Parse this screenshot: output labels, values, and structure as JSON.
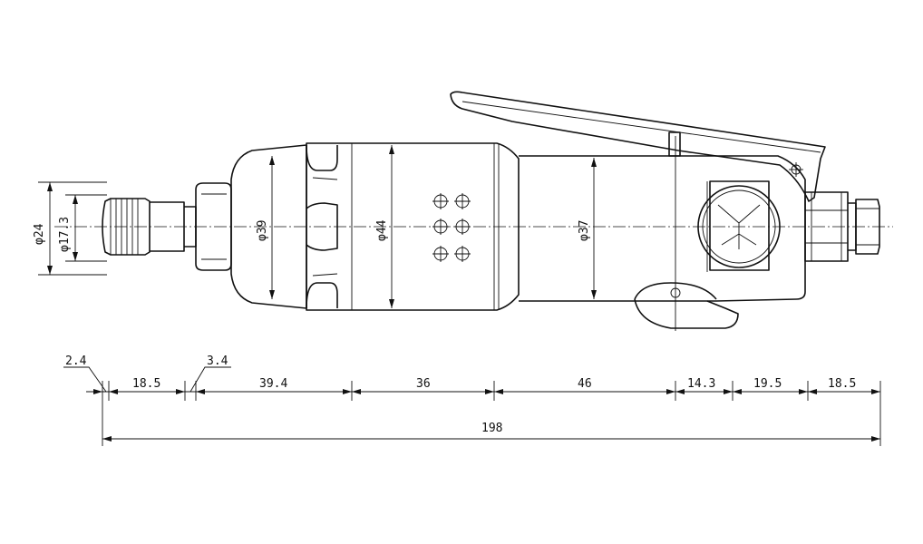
{
  "drawing": {
    "diameters": [
      {
        "key": "d24",
        "label": "φ24"
      },
      {
        "key": "d17",
        "label": "φ17.3"
      },
      {
        "key": "d39",
        "label": "φ39"
      },
      {
        "key": "d44",
        "label": "φ44"
      },
      {
        "key": "d37",
        "label": "φ37"
      }
    ],
    "lengths": [
      {
        "key": "l1",
        "label": "2.4"
      },
      {
        "key": "l2",
        "label": "18.5"
      },
      {
        "key": "l3",
        "label": "3.4"
      },
      {
        "key": "l4",
        "label": "39.4"
      },
      {
        "key": "l5",
        "label": "36"
      },
      {
        "key": "l6",
        "label": "46"
      },
      {
        "key": "l7",
        "label": "14.3"
      },
      {
        "key": "l8",
        "label": "19.5"
      },
      {
        "key": "l9",
        "label": "18.5"
      }
    ],
    "overall_length": "198"
  }
}
